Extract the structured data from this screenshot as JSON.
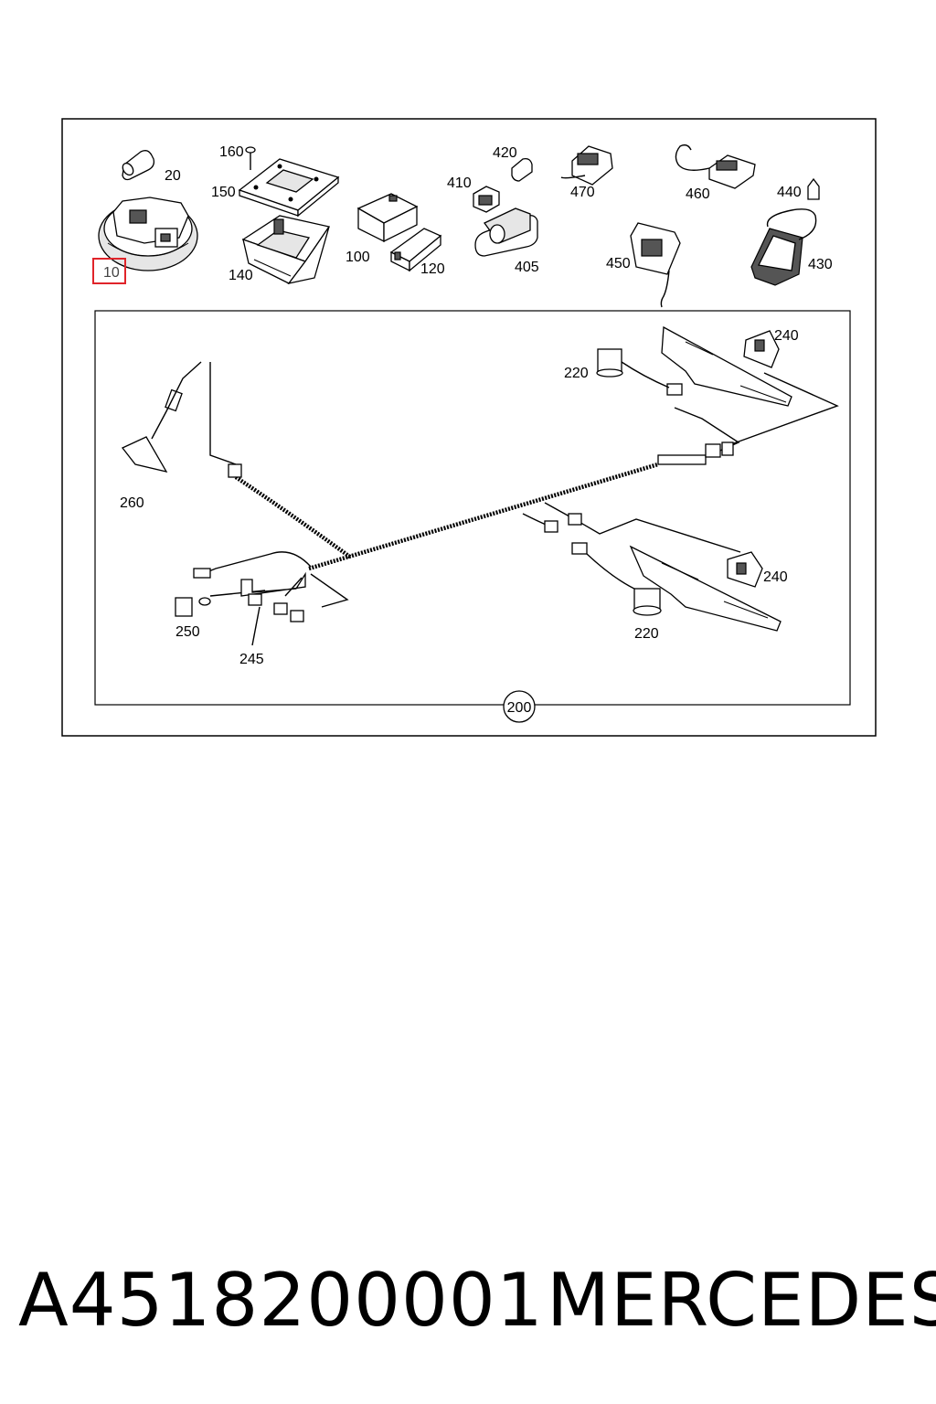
{
  "diagram": {
    "callouts": {
      "c10": "10",
      "c20": "20",
      "c100": "100",
      "c120": "120",
      "c140": "140",
      "c150": "150",
      "c160": "160",
      "c200": "200",
      "c220a": "220",
      "c220b": "220",
      "c240a": "240",
      "c240b": "240",
      "c245": "245",
      "c250": "250",
      "c260": "260",
      "c405": "405",
      "c410": "410",
      "c420": "420",
      "c430": "430",
      "c440": "440",
      "c450": "450",
      "c460": "460",
      "c470": "470"
    },
    "highlight_color": "#e0242a"
  },
  "caption": {
    "part_number": "A4518200001",
    "brand": "MERCEDES"
  }
}
